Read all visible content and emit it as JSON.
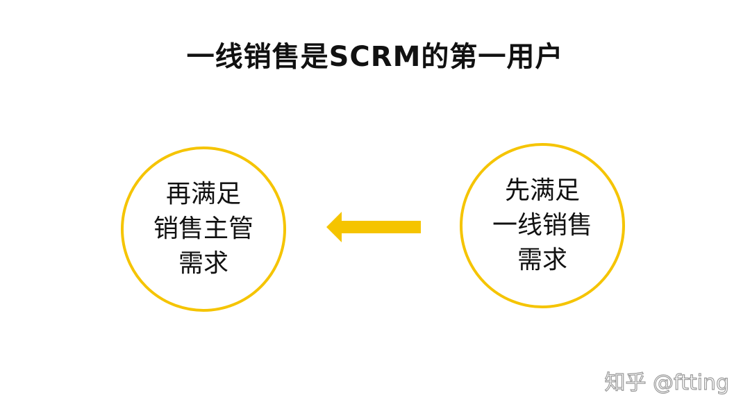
{
  "title": "一线销售是SCRM的第一用户",
  "left_circle": {
    "lines": [
      "再满足",
      "销售主管",
      "需求"
    ]
  },
  "right_circle": {
    "lines": [
      "先满足",
      "一线销售",
      "需求"
    ]
  },
  "arrow": {
    "direction": "left",
    "color": "#f5c400"
  },
  "circle_border_color": "#f5c400",
  "watermark": "知乎 @ftting"
}
